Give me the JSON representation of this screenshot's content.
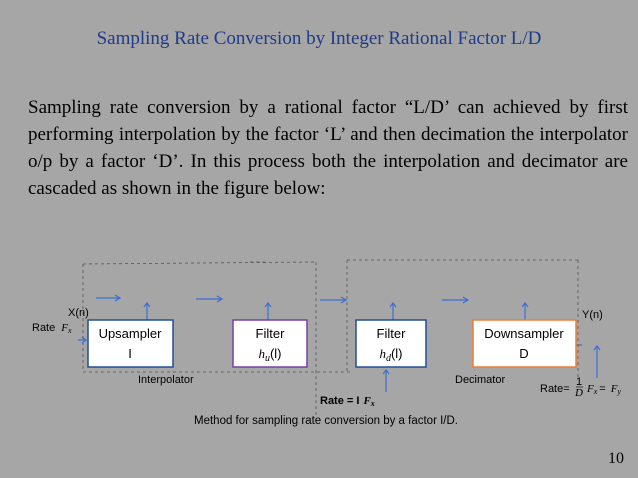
{
  "title": "Sampling Rate Conversion by Integer Rational Factor L/D",
  "body_text": "Sampling rate conversion by a rational factor “L/D’ can achieved by first performing interpolation by the factor ‘L’ and  then decimation the interpolator o/p by a factor ‘D’. In this process both the interpolation and decimator are cascaded  as shown in the figure below:",
  "slide_number": "10",
  "colors": {
    "background": "#a6a6a6",
    "title": "#1f3a8a",
    "arrow": "#3b6fd6",
    "upsampler_border": "#1f4e99",
    "filter_hu_border": "#7b3fa0",
    "filter_hd_border": "#1f4e99",
    "downsampler_border": "#ed7d31"
  },
  "diagram": {
    "input_label": "X(n)",
    "input_rate_label": "Rate",
    "input_rate_symbol": "F",
    "input_rate_sub": "x",
    "output_label": "Y(n)",
    "upsampler": {
      "line1": "Upsampler",
      "line2": "I"
    },
    "filter_hu": {
      "line1": "Filter",
      "func": "h",
      "sub": "u",
      "arg": "(l)"
    },
    "filter_hd": {
      "line1": "Filter",
      "func": "h",
      "sub": "d",
      "arg": "(l)"
    },
    "downsampler": {
      "line1": "Downsampler",
      "line2": "D"
    },
    "interpolator_label": "Interpolator",
    "decimator_label": "Decimator",
    "mid_rate_label": "Rate = I",
    "mid_rate_symbol": "F",
    "mid_rate_sub": "x",
    "out_rate_label": "Rate=",
    "out_rate_frac_num": "1",
    "out_rate_frac_den": "D",
    "out_rate_fx": "F",
    "out_rate_fx_sub": "x",
    "out_rate_eq": "=",
    "out_rate_fy": "F",
    "out_rate_fy_sub": "y",
    "caption": "Method for sampling rate conversion by a factor I/D."
  }
}
